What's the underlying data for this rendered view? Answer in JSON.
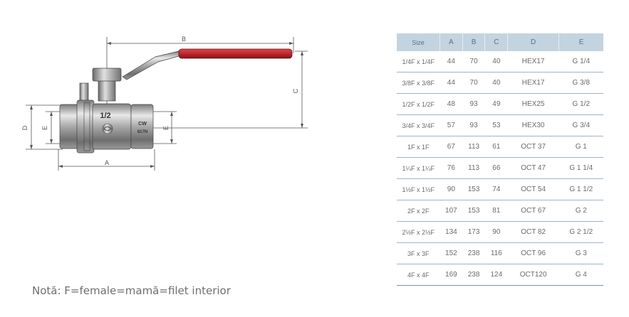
{
  "drawing": {
    "dim_labels": {
      "a": "A",
      "b": "B",
      "c": "C",
      "d": "D",
      "e_left": "E",
      "e_right": "E"
    },
    "body_marks": {
      "size_mark": "1/2",
      "cw_mark": "CW",
      "material_mark": "617N"
    }
  },
  "table": {
    "headers": [
      "Size",
      "A",
      "B",
      "C",
      "D",
      "E"
    ],
    "rows": [
      [
        "1/4F x 1/4F",
        "44",
        "70",
        "40",
        "HEX17",
        "G 1/4"
      ],
      [
        "3/8F x 3/8F",
        "44",
        "70",
        "40",
        "HEX17",
        "G 3/8"
      ],
      [
        "1/2F x 1/2F",
        "48",
        "93",
        "49",
        "HEX25",
        "G 1/2"
      ],
      [
        "3/4F x 3/4F",
        "57",
        "93",
        "53",
        "HEX30",
        "G 3/4"
      ],
      [
        "1F x 1F",
        "67",
        "113",
        "61",
        "OCT 37",
        "G 1"
      ],
      [
        "1¼F x 1¼F",
        "76",
        "113",
        "66",
        "OCT 47",
        "G 1 1/4"
      ],
      [
        "1½F x 1½F",
        "90",
        "153",
        "74",
        "OCT 54",
        "G 1 1/2"
      ],
      [
        "2F x 2F",
        "107",
        "153",
        "81",
        "OCT 67",
        "G 2"
      ],
      [
        "2½F x 2½F",
        "134",
        "173",
        "90",
        "OCT 82",
        "G 2 1/2"
      ],
      [
        "3F x 3F",
        "152",
        "238",
        "116",
        "OCT 96",
        "G 3"
      ],
      [
        "4F x 4F",
        "169",
        "238",
        "124",
        "OCT120",
        "G 4"
      ]
    ]
  },
  "note": "Notă: F=female=mamă=filet interior",
  "colors": {
    "handle": "#c0262c",
    "header_bg": "#c3d3e0",
    "row_line": "#9fb3c4"
  }
}
